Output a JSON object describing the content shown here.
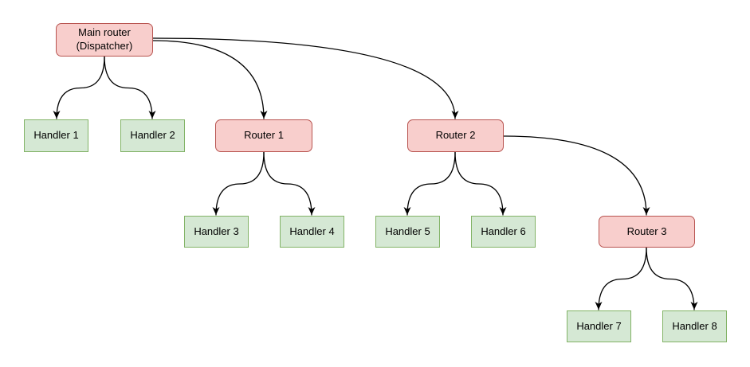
{
  "diagram": {
    "nodes": [
      {
        "id": "main-router",
        "label": "Main router\n(Dispatcher)",
        "type": "router"
      },
      {
        "id": "handler-1",
        "label": "Handler 1",
        "type": "handler"
      },
      {
        "id": "handler-2",
        "label": "Handler 2",
        "type": "handler"
      },
      {
        "id": "router-1",
        "label": "Router 1",
        "type": "router"
      },
      {
        "id": "router-2",
        "label": "Router 2",
        "type": "router"
      },
      {
        "id": "handler-3",
        "label": "Handler 3",
        "type": "handler"
      },
      {
        "id": "handler-4",
        "label": "Handler 4",
        "type": "handler"
      },
      {
        "id": "handler-5",
        "label": "Handler 5",
        "type": "handler"
      },
      {
        "id": "handler-6",
        "label": "Handler 6",
        "type": "handler"
      },
      {
        "id": "router-3",
        "label": "Router 3",
        "type": "router"
      },
      {
        "id": "handler-7",
        "label": "Handler 7",
        "type": "handler"
      },
      {
        "id": "handler-8",
        "label": "Handler 8",
        "type": "handler"
      }
    ],
    "edges": [
      {
        "from": "main-router",
        "to": "handler-1"
      },
      {
        "from": "main-router",
        "to": "handler-2"
      },
      {
        "from": "main-router",
        "to": "router-1"
      },
      {
        "from": "main-router",
        "to": "router-2"
      },
      {
        "from": "router-1",
        "to": "handler-3"
      },
      {
        "from": "router-1",
        "to": "handler-4"
      },
      {
        "from": "router-2",
        "to": "handler-5"
      },
      {
        "from": "router-2",
        "to": "handler-6"
      },
      {
        "from": "router-2",
        "to": "router-3"
      },
      {
        "from": "router-3",
        "to": "handler-7"
      },
      {
        "from": "router-3",
        "to": "handler-8"
      }
    ],
    "colors": {
      "router_fill": "#f8cecc",
      "router_border": "#b85450",
      "handler_fill": "#d5e8d4",
      "handler_border": "#82b366",
      "edge_stroke": "#000000",
      "text": "#000000",
      "background": "#ffffff"
    }
  }
}
